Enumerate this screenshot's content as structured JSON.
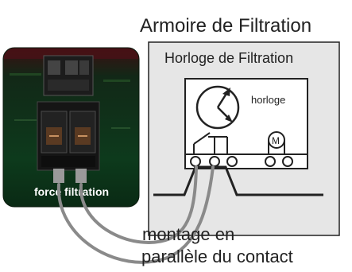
{
  "cabinet": {
    "title": "Armoire de Filtration",
    "panel_title": "Horloge de Filtration",
    "clock_label": "horloge",
    "motor_label": "M"
  },
  "photo": {
    "label": "force filtration"
  },
  "note": {
    "line1": "montage en",
    "line2": "parallèle du contact"
  },
  "colors": {
    "outline": "#222222",
    "panel_fill": "#e6e6e6",
    "wire": "#8a8a8a",
    "pcb_dark": "#0c2a14",
    "pcb_red": "#5a1014"
  }
}
